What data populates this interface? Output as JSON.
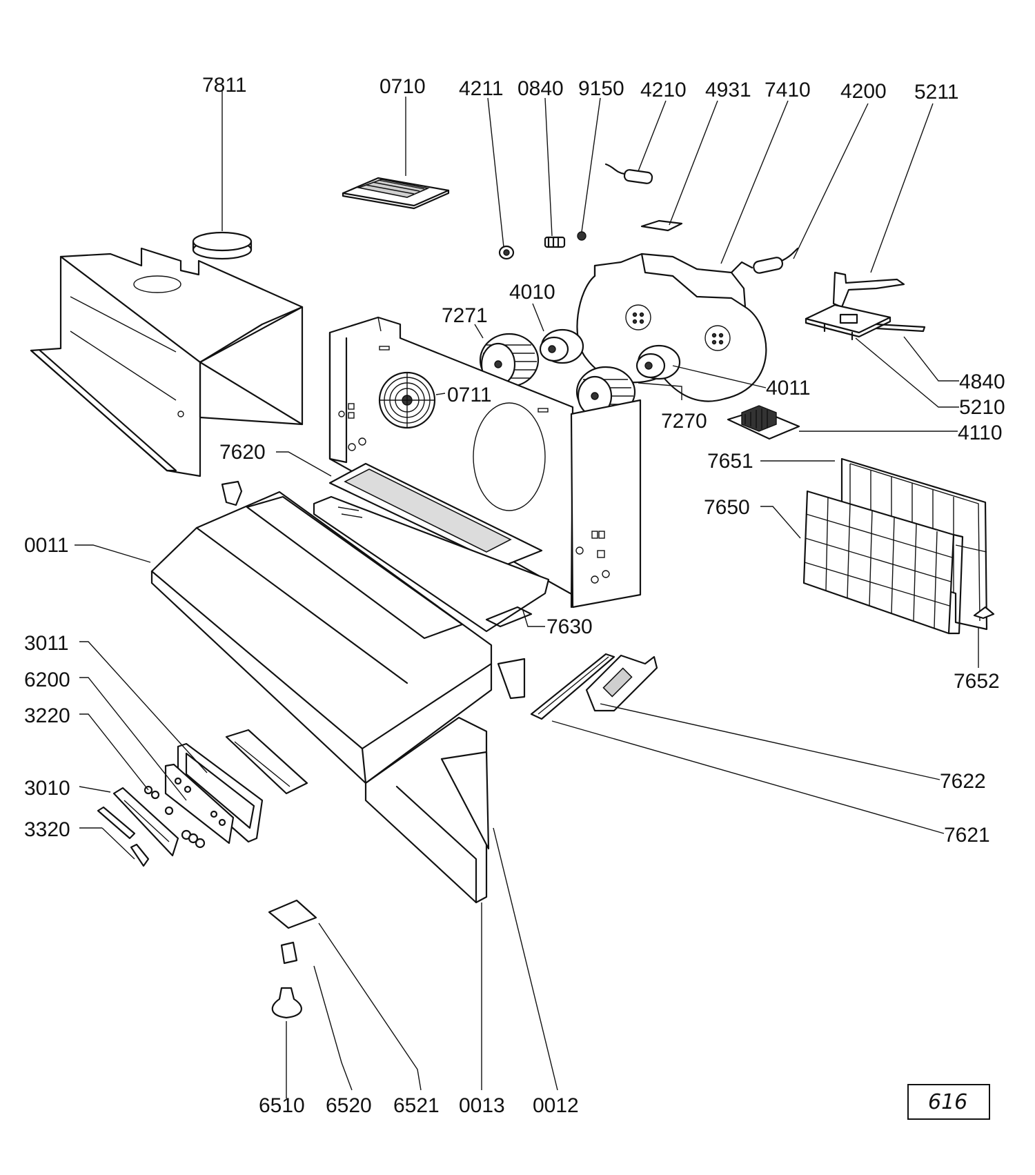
{
  "diagram": {
    "reference_number": "616",
    "parts": [
      {
        "id": "p7811",
        "number": "7811"
      },
      {
        "id": "p0710",
        "number": "0710"
      },
      {
        "id": "p4211",
        "number": "4211"
      },
      {
        "id": "p0840",
        "number": "0840"
      },
      {
        "id": "p9150",
        "number": "9150"
      },
      {
        "id": "p4210",
        "number": "4210"
      },
      {
        "id": "p4931",
        "number": "4931"
      },
      {
        "id": "p7410",
        "number": "7410"
      },
      {
        "id": "p4200",
        "number": "4200"
      },
      {
        "id": "p5211",
        "number": "5211"
      },
      {
        "id": "p4010",
        "number": "4010"
      },
      {
        "id": "p7271",
        "number": "7271"
      },
      {
        "id": "p0711",
        "number": "0711"
      },
      {
        "id": "p4011",
        "number": "4011"
      },
      {
        "id": "p7270",
        "number": "7270"
      },
      {
        "id": "p4840",
        "number": "4840"
      },
      {
        "id": "p5210",
        "number": "5210"
      },
      {
        "id": "p4110",
        "number": "4110"
      },
      {
        "id": "p7651",
        "number": "7651"
      },
      {
        "id": "p7650",
        "number": "7650"
      },
      {
        "id": "p7620",
        "number": "7620"
      },
      {
        "id": "p0011",
        "number": "0011"
      },
      {
        "id": "p7630",
        "number": "7630"
      },
      {
        "id": "p7652",
        "number": "7652"
      },
      {
        "id": "p3011",
        "number": "3011"
      },
      {
        "id": "p6200",
        "number": "6200"
      },
      {
        "id": "p3220",
        "number": "3220"
      },
      {
        "id": "p3010",
        "number": "3010"
      },
      {
        "id": "p3320",
        "number": "3320"
      },
      {
        "id": "p7622",
        "number": "7622"
      },
      {
        "id": "p7621",
        "number": "7621"
      },
      {
        "id": "p6510",
        "number": "6510"
      },
      {
        "id": "p6520",
        "number": "6520"
      },
      {
        "id": "p6521",
        "number": "6521"
      },
      {
        "id": "p0013",
        "number": "0013"
      },
      {
        "id": "p0012",
        "number": "0012"
      }
    ]
  }
}
